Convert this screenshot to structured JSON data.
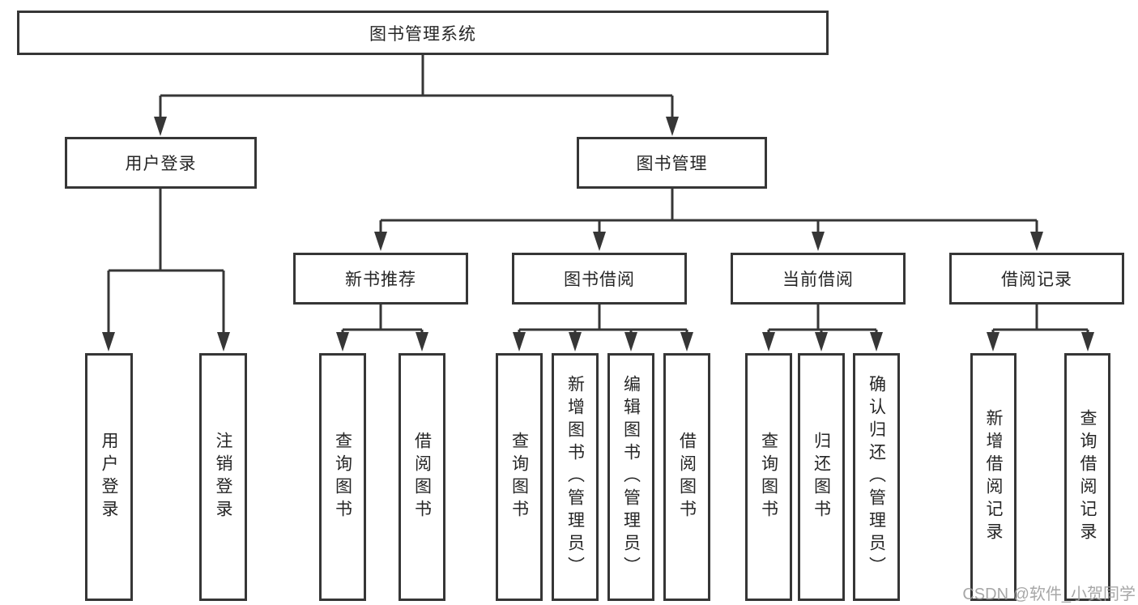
{
  "colors": {
    "line": "#363636",
    "text": "#262626",
    "watermark": "#9e9e9e"
  },
  "watermark": {
    "text": "CSDN @软件_小贺同学"
  },
  "tree": {
    "label": "图书管理系统",
    "children": [
      {
        "label": "用户登录",
        "children": [
          {
            "label": "用户登录"
          },
          {
            "label": "注销登录"
          }
        ]
      },
      {
        "label": "图书管理",
        "children": [
          {
            "label": "新书推荐",
            "children": [
              {
                "label": "查询图书"
              },
              {
                "label": "借阅图书"
              }
            ]
          },
          {
            "label": "图书借阅",
            "children": [
              {
                "label": "查询图书"
              },
              {
                "label": "新增图书（管理员）"
              },
              {
                "label": "编辑图书（管理员）"
              },
              {
                "label": "借阅图书"
              }
            ]
          },
          {
            "label": "当前借阅",
            "children": [
              {
                "label": "查询图书"
              },
              {
                "label": "归还图书"
              },
              {
                "label": "确认归还（管理员）"
              }
            ]
          },
          {
            "label": "借阅记录",
            "children": [
              {
                "label": "新增借阅记录"
              },
              {
                "label": "查询借阅记录"
              }
            ]
          }
        ]
      }
    ]
  }
}
